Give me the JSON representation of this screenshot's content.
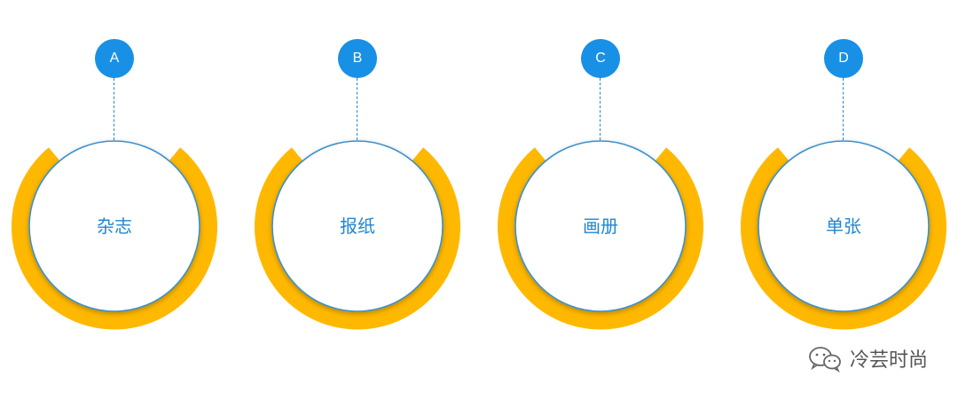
{
  "diagram": {
    "items": [
      {
        "letter": "A",
        "label": "杂志"
      },
      {
        "letter": "B",
        "label": "报纸"
      },
      {
        "letter": "C",
        "label": "画册"
      },
      {
        "letter": "D",
        "label": "单张"
      }
    ]
  },
  "watermark": {
    "text": "冷芸时尚",
    "icon": "wechat-icon"
  },
  "colors": {
    "accent_blue": "#1890e6",
    "ring_yellow": "#ffb800",
    "circle_border": "#3a90cc",
    "label_blue": "#1f86d4"
  }
}
